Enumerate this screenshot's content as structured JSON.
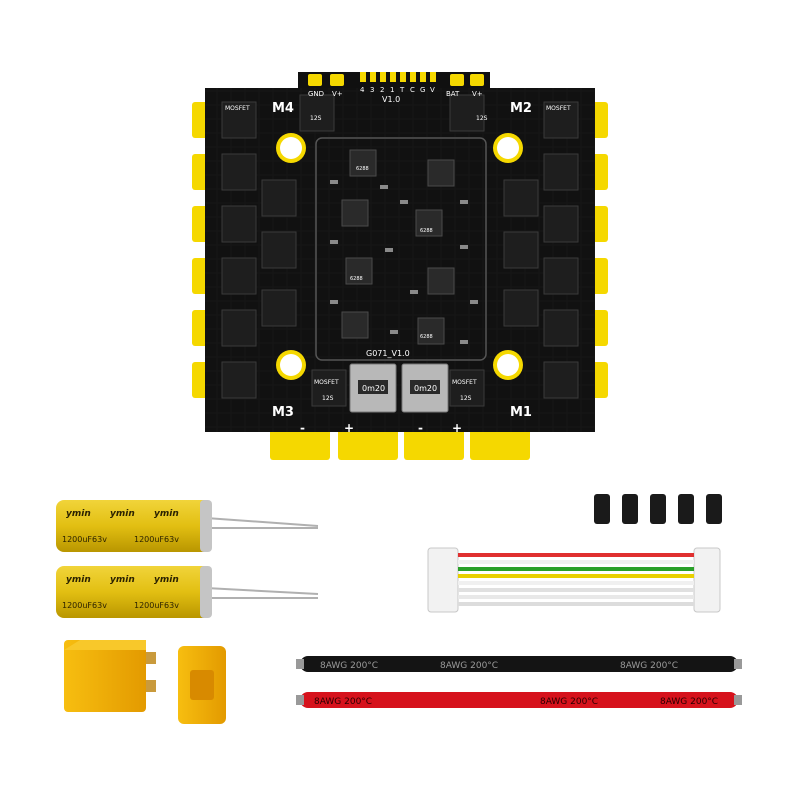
{
  "board": {
    "motor_labels": [
      "M1",
      "M2",
      "M3",
      "M4"
    ],
    "power_labels": [
      "GND",
      "V+",
      "BAT",
      "V+"
    ],
    "signal_labels": [
      "4",
      "3",
      "2",
      "1",
      "T",
      "C",
      "G",
      "V"
    ],
    "version": "V1.0",
    "board_name": "G071_V1.0",
    "mosfet_label": "MOSFET",
    "mosfet_rating": "12S",
    "chip_label": "6288",
    "shunt_label": "0m20",
    "polarity": [
      "-",
      "+",
      "-",
      "+"
    ]
  },
  "accessories": {
    "capacitor_brand": "ymin",
    "capacitor_rating": "1200uF63v",
    "wire_label": "8AWG 200°C"
  },
  "colors": {
    "board": "#101010",
    "pad": "#f5d800",
    "capacitor": "#e6c619",
    "connector": "#f4b400",
    "wire_black": "#141414",
    "wire_red": "#d6121c"
  }
}
